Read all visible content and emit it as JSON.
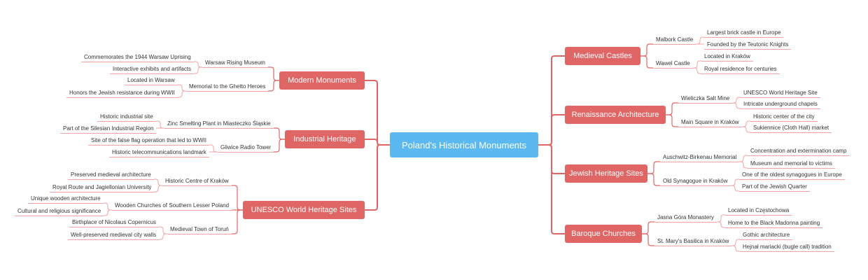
{
  "root": {
    "label": "Poland's Historical Monuments"
  },
  "colors": {
    "root_bg": "#5cb8f0",
    "branch_bg": "#e06666",
    "connector": "#e06666",
    "leaf_line": "#f2a3a3"
  },
  "branches": [
    {
      "label": "Modern Monuments",
      "children": [
        {
          "label": "Warsaw Rising Museum",
          "children": [
            "Commemorates the 1944 Warsaw Uprising",
            "Interactive exhibits and artifacts"
          ]
        },
        {
          "label": "Memorial to the Ghetto Heroes",
          "children": [
            "Located in Warsaw",
            "Honors the Jewish resistance during WWII"
          ]
        }
      ]
    },
    {
      "label": "Industrial Heritage",
      "children": [
        {
          "label": "Zinc Smelting Plant in Miasteczko Śląskie",
          "children": [
            "Historic industrial site",
            "Part of the Silesian Industrial Region"
          ]
        },
        {
          "label": "Gliwice Radio Tower",
          "children": [
            "Site of the false flag operation that led to WWII",
            "Historic telecommunications landmark"
          ]
        }
      ]
    },
    {
      "label": "UNESCO World Heritage Sites",
      "children": [
        {
          "label": "Historic Centre of Kraków",
          "children": [
            "Preserved medieval architecture",
            "Royal Route and Jagiellonian University"
          ]
        },
        {
          "label": "Wooden Churches of Southern Lesser Poland",
          "children": [
            "Unique wooden architecture",
            "Cultural and religious significance"
          ]
        },
        {
          "label": "Medieval Town of Toruń",
          "children": [
            "Birthplace of Nicolaus Copernicus",
            "Well-preserved medieval city walls"
          ]
        }
      ]
    },
    {
      "label": "Medieval Castles",
      "children": [
        {
          "label": "Malbork Castle",
          "children": [
            "Largest brick castle in Europe",
            "Founded by the Teutonic Knights"
          ]
        },
        {
          "label": "Wawel Castle",
          "children": [
            "Located in Kraków",
            "Royal residence for centuries"
          ]
        }
      ]
    },
    {
      "label": "Renaissance Architecture",
      "children": [
        {
          "label": "Wieliczka Salt Mine",
          "children": [
            "UNESCO World Heritage Site",
            "Intricate underground chapels"
          ]
        },
        {
          "label": "Main Square in Kraków",
          "children": [
            "Historic center of the city",
            "Sukiennice (Cloth Hall) market"
          ]
        }
      ]
    },
    {
      "label": "Jewish Heritage Sites",
      "children": [
        {
          "label": "Auschwitz-Birkenau Memorial",
          "children": [
            "Concentration and extermination camp",
            "Museum and memorial to victims"
          ]
        },
        {
          "label": "Old Synagogue in Kraków",
          "children": [
            "One of the oldest synagogues in Europe",
            "Part of the Jewish Quarter"
          ]
        }
      ]
    },
    {
      "label": "Baroque Churches",
      "children": [
        {
          "label": "Jasna Góra Monastery",
          "children": [
            "Located in Częstochowa",
            "Home to the Black Madonna painting"
          ]
        },
        {
          "label": "St. Mary's Basilica in Kraków",
          "children": [
            "Gothic architecture",
            "Hejnał mariacki (bugle call) tradition"
          ]
        }
      ]
    }
  ]
}
